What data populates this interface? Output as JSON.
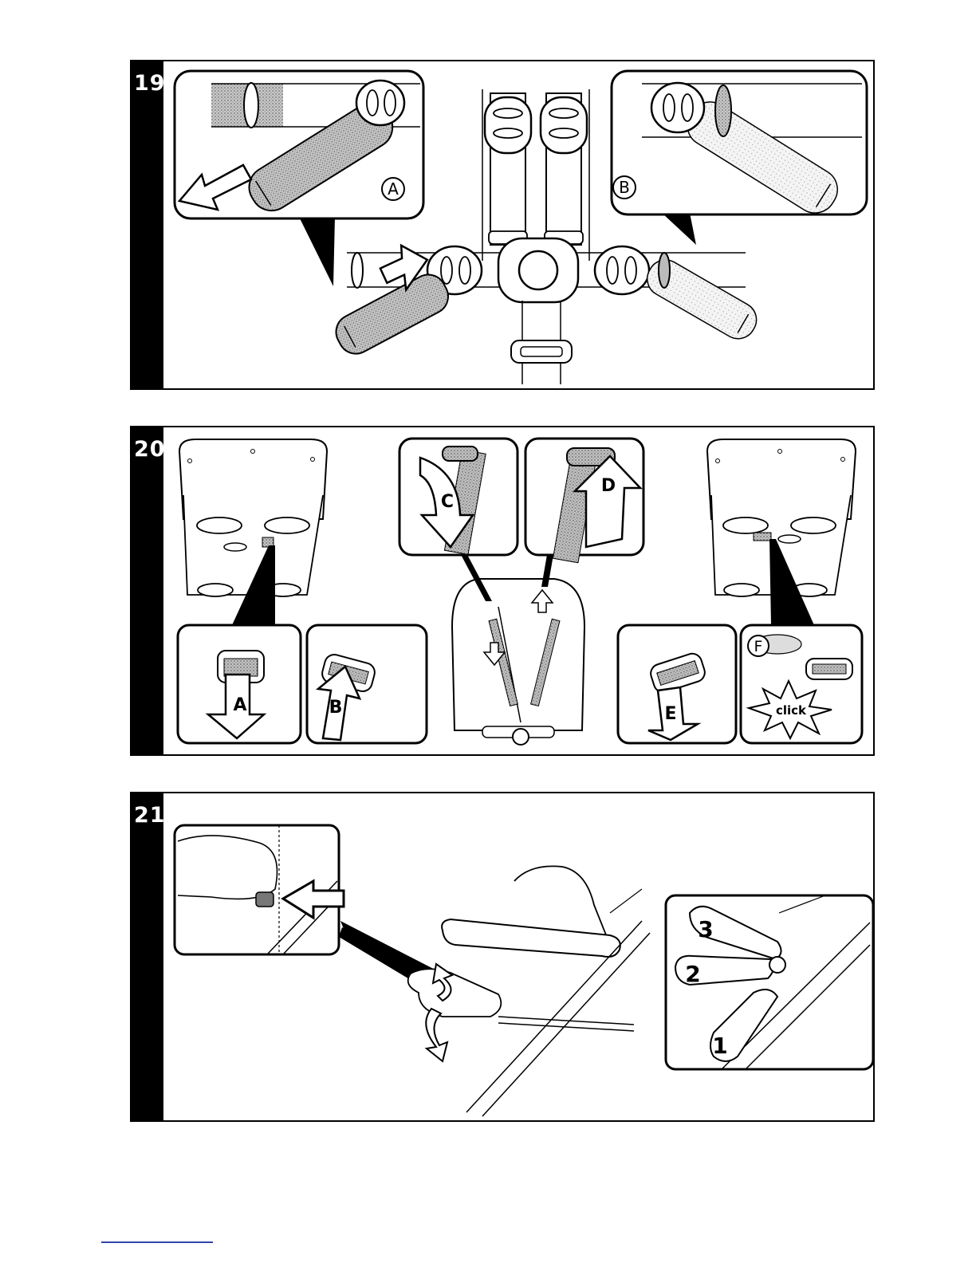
{
  "steps": [
    {
      "number": "19",
      "callouts": [
        "A",
        "B"
      ]
    },
    {
      "number": "20",
      "callouts": [
        "A",
        "B",
        "C",
        "D",
        "E",
        "F"
      ],
      "sound_label": "click"
    },
    {
      "number": "21",
      "positions": [
        "3",
        "2",
        "1"
      ]
    }
  ],
  "icons": [
    "arrow-icon",
    "circled-letter-icon",
    "click-burst-icon"
  ],
  "colors": {
    "ink": "#000000",
    "paper": "#ffffff",
    "shading": "#9a9a9a"
  }
}
